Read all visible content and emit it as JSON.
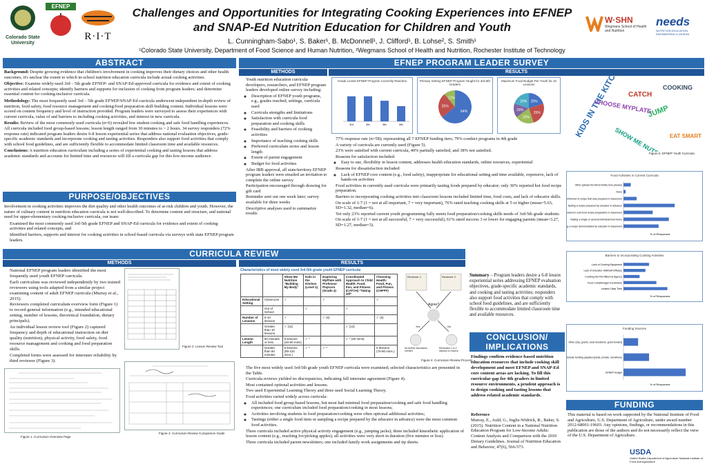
{
  "header": {
    "title_line1": "Challenges and Opportunities for Integrating Cooking Experiences into EFNEP",
    "title_line2": "and SNAP-Ed Nutrition Education for Children and Youth",
    "authors": "L. Cunningham-Sabo¹, S. Baker¹, B. McDonnell¹, J. Clifford¹, B. Lohse², S. Smith¹",
    "affiliations": "¹Colorado State University, Department of Food Science and Human Nutrition, ²Wegmans School of Health and Nutrition, Rochester Institute of Technology",
    "logos": {
      "csu": "Colorado State University",
      "efnep": "EFNEP",
      "rit": "R·I·T",
      "wshn": "W·SHN",
      "wshn_sub": "Wegmans School of Health and Nutrition",
      "needs": "needs",
      "needs_sub": "NUTRITION EDUCATION ENGINEERING & DESIGN"
    }
  },
  "abstract": {
    "heading": "ABSTRACT",
    "background_label": "Background:",
    "background": " Despite growing evidence that children's involvement in cooking improves their dietary choices and other health outcomes, it's unclear the extent to which in-school nutrition education curricula include actual cooking activities.",
    "objective_label": "Objective:",
    "objective": " Examine widely-used 3rd – 5th grade EFNEP- and SNAP-Ed-approved curricula for evidence and extent of cooking activities and related concepts; identify barriers and supports for inclusion of cooking from program leaders; and determine essential content for cooking-inclusive curricula.",
    "methodology_label": "Methodology:",
    "methodology": " The most frequently used 3rd – 5th grade EFNEP/SNAP-Ed curricula underwent independent in-depth review of nutrition, food safety, food resource management and cooking/food preparation skill-building content. Individual lessons were scored on content frequency and level of instruction provided. Program leaders were surveyed to assess their experiences with current curricula, value of and barriers to including cooking activities, and interest in new curricula.",
    "results_label": "Results:",
    "results": " Review of the most commonly used curricula (n=6) revealed few student cooking and safe food handling experiences. All curricula included food group-based lessons; lesson length ranged from 30 minutes to > 2 hours. 34 survey responders (72% response rate) indicated program leaders desire 6-8 lesson experiential series that address national evaluation objectives, grade-specific academic standards and incorporate cooking and tasting activities. Responders also support food activities that comply with school food guidelines, and are sufficiently flexible to accommodate limited classroom time and available resources.",
    "conclusions_label": "Conclusions:",
    "conclusions": " A nutrition education curriculum including a series of experiential cooking and tasting lessons that address academic standards and accounts for limited time and resources will fill a curricula gap for this low-income audience."
  },
  "purpose": {
    "heading": "PURPOSE/OBJECTIVES",
    "intro": "Involvement in cooking activities improves the diet quality and other health outcomes of at-risk children and youth. However, the nature of culinary content in nutrition education curricula is not well-described. To determine content and structure, and national need for upper-elementary cooking-inclusive curricula, our team:",
    "items": [
      "Examined the most commonly used 3rd-5th grade EFNEP and SNAP-Ed curricula for evidence and extent of cooking activities and related concepts, and",
      "Identified barriers, supports and interest for cooking activities in school-based curricula via surveys with state EFNEP program leaders."
    ]
  },
  "survey": {
    "heading": "EFNEP PROGRAM LEADER SURVEY",
    "methods_label": "METHODS",
    "results_label": "RESULTS",
    "methods": [
      "Youth nutrition education curricula developers, researchers, and EFNEP program leaders developed online survey including:",
      "Description of EFNEP youth programs, e.g., grades reached, settings, curricula used",
      "Curricula strengths and limitations",
      "Satisfaction with curricula food preparation and cooking skills",
      "Feasibility and barriers of cooking activities",
      "Importance of teaching cooking skills",
      "Preferred curriculum series and lesson length",
      "Extent of parent engagement",
      "Budget for food activities",
      "After IRB approval, all state/territory EFNEP program leaders were emailed an invitation to complete the online survey",
      "Participation encouraged through drawing for gift card",
      "Reminder sent out one week later; survey available for three weeks",
      "Descriptive analyses used to summarize results"
    ],
    "results": [
      "77% response rate (n=58); representing all 7 EFNEP funding tiers; 79% conduct programs in 4th grade",
      "A variety of curricula are currently used (Figure 5).",
      "23% were satisfied with current curricula, 40% partially satisfied, and 38% not satisfied.",
      "Reasons for satisfaction included:",
      "Easy to use, flexibility in lesson content, addresses health education standards, online resources, experiential",
      "Reasons for dissatisfaction included:",
      "Lack of EFNEP core content (e.g., food safety), inappropriate for educational setting and time available, expensive, lack of hands-on activities",
      "Food activities in currently used curricula were primarily tasting foods prepared by educator; only 30% reported hot food recipe preparation.",
      "Barriers to incorporating cooking activities into classroom lessons included limited time, food costs, and lack of educator skills.",
      "On scale of 1-7 (1 = not at all important, 7 = very important), 76% rated teaching cooking skills at 5 or higher (mean=5.63, SD=1.32, median=6).",
      "Yet only 23% reported current youth programming fully meets food preparation/cooking skills needs of 3rd-5th grade students.",
      "On scale of 1-7 (1 = not at all successful, 7 = very successful), 61% rated success 3 or lower for engaging parents (mean=3.27, SD=1.27, median=3)."
    ],
    "chart1_title": "Grade Levels EFNEP Program Currently Reaches",
    "chart1_values": [
      79,
      79,
      65,
      48
    ],
    "chart1_categories": [
      "3rd",
      "4th",
      "5th",
      "6th"
    ],
    "chart2_title": "Primary Setting EFNEP Program Taught for 3rd-5th Graders",
    "chart2_slices": [
      {
        "label": "64%",
        "value": 64,
        "color": "#4472c4"
      },
      {
        "label": "25%",
        "value": 25,
        "color": "#c0504d"
      },
      {
        "label": "11%",
        "value": 11,
        "color": "#9bbb59"
      }
    ],
    "chart3_title": "Maximum Food Budget Per Youth for 10 Lessons",
    "chart3_slices": [
      {
        "label": "20%",
        "value": 20,
        "color": "#4472c4"
      },
      {
        "label": "25%",
        "value": 25,
        "color": "#c0504d"
      },
      {
        "label": "20%",
        "value": 20,
        "color": "#9bbb59"
      },
      {
        "label": "15%",
        "value": 15,
        "color": "#8064a2"
      },
      {
        "label": "20%",
        "value": 20,
        "color": "#4bacc6"
      }
    ],
    "wordcloud_caption": "Figure 5. EFNEP Youth Curricula",
    "wordcloud_words": [
      "KIDS IN THE KITCHEN",
      "CATCH",
      "JUMP",
      "CHOOSE MYPLATE",
      "EAT SMART",
      "SHOW ME NUTRITION",
      "COOKING"
    ]
  },
  "curricula": {
    "heading": "CURRICULA REVIEW",
    "methods_label": "METHODS",
    "results_label": "RESULTS",
    "methods": [
      "National EFNEP program leaders identified the most frequently used youth EFNEP curricula.",
      "Each curriculum was reviewed independently by two trained reviewers using tools adapted from a similar project examining content of adult EFNEP curricula (Murray et al., 2015).",
      "Reviewers completed curriculum overview form (Figure 1) to record general information (e.g., intended educational setting, number of lessons, theoretical foundation, dietary principals).",
      "An individual lesson review tool (Figure 2) captured frequency and depth of educational instruction on diet quality (nutrition), physical activity, food safety, food resource management and cooking and food preparation skills.",
      "Completed forms were assessed for interrater reliability by third reviewer (Figure 3)."
    ],
    "fig1": "Figure 1. Curriculum Overview Page",
    "fig2": "Figure 2. Lesson Review Tool",
    "fig3": "Figure 3. Curriculum Review Comparison Guide",
    "fig4": "Figure 4. Curriculum Review Process",
    "table_title": "Characteristics of most widely used 3rd-5th grade youth EFNEP curricula",
    "table_cols": [
      "",
      "",
      "Show Me Nutrition \"Building My Body\"",
      "Kids in the Kitchen (Level 1)",
      "Exploring MyPlate with Professor Popcorn (Grade 4)",
      "Coordinated Approach to Child Health: Food, Fun, and Fitness (CATCH) \"Taking Off\"",
      "Choosing Health: Food, Fun, and Fitness (CHFFF)"
    ],
    "table_rows": [
      [
        "Educational Setting",
        "Classroom",
        "✓",
        "",
        "✓",
        "",
        "✓"
      ],
      [
        "",
        "Out of School",
        "",
        "✓",
        "",
        "✓",
        ""
      ],
      [
        "Number of Lessons",
        "6-10 lessons",
        "✓",
        "",
        "✓ (6)",
        "",
        "✓ (6)"
      ],
      [
        "",
        "Greater than 10 lessons",
        "✓ (11)",
        "",
        "",
        "✓ (13)",
        ""
      ],
      [
        "Lesson Length",
        "60 minutes or less",
        "6 lessons (40-60 mins)",
        "✓ *",
        "",
        "✓ * (40 mins)",
        ""
      ],
      [
        "",
        "Greater than 60 minutes",
        "5 lessons (80-110 mins.)",
        "✓ *",
        "✓ *",
        "",
        "6 lessons (70-90 mins.)"
      ]
    ],
    "results": [
      "The five most widely used 3rd-5th grade youth EFNEP curricula were examined; selected characteristics are presented in the Table.",
      "Curricula reviews yielded no discrepancies, indicating full interrater agreement (Figure 4).",
      "Most contained optional activities and lessons.",
      "Two used Experiential Learning Theory and three used Social Learning Theory.",
      "Food activities varied widely across curricula:",
      "All included food group-based lessons, but most had minimal food preparation/cooking and safe food handling experiences; one curriculum included food preparation/cooking in most lessons;",
      "Activities involving students in food preparation/cooking were often optional additional activities;",
      "Tastings (either a single food item or sampling a recipe prepared by the educator in advance) were the most common food activities.",
      "Three curricula included active physical activity engagement (e.g., jumping jacks); three included kinesthetic application of lesson content (e.g., reaching for/picking apples); all activities were very short in duration (five minutes or less).",
      "Three curricula included parent newsletters; one included family work assignments and tip sheets."
    ],
    "flow": {
      "r1": "Reviewer 1",
      "r2": "Reviewer 2",
      "agree": "Agree?",
      "yes": "Yes",
      "no": "No",
      "yes_note": "No further discussion needed",
      "no_note": "Reviewers 1 & 2 discuss to resolve"
    }
  },
  "right_charts": {
    "c1_title": "Food Activities in Current Curricula",
    "c1_rows": [
      "Other (please list items briefly here please)",
      "None",
      "Students informed of recipe that was prepared in classroom",
      "Tasting a recipe prepared by educator in advance",
      "Students involved in cold food recipe preparation in classroom",
      "Tasting a single or several individual food items",
      "Tasting a recipe demonstrated by educator in classroom"
    ],
    "c1_values": [
      10,
      3,
      18,
      70,
      40,
      62,
      48
    ],
    "c2_title": "Barriers to Incorporating Cooking Activities",
    "c2_rows": [
      "Lack of Cooking Equipment",
      "Lack of Educator Skill/Self-Efficacy",
      "Cooking Not Permitted by Agency",
      "Food Costs/Budget Constraints",
      "Limited Class Time"
    ],
    "c2_values": [
      35,
      30,
      22,
      45,
      60
    ],
    "c3_title": "Funding Sources",
    "c3_rows": [
      "Other (city, grants, local donations, grant funded)",
      "Outside funding (applied grants, private, donations)",
      "EFNEP budget"
    ],
    "c3_values": [
      20,
      35,
      85
    ],
    "pct_label": "% of Responses"
  },
  "summary": {
    "label": "Summary",
    "text": " – Program leaders desire a 6-8 lesson experiential series addressing EFNEP evaluation objectives, grade-specific academic standards, and cooking and tasting activities; responders also support food activities that comply with school food guidelines, and are sufficiently flexible to accommodate limited classroom time and available resources."
  },
  "conclusion": {
    "heading": "CONCLUSION/ IMPLICATIONS",
    "text": "Findings confirm evidence-based nutrition education resources that include cooking skill development and meet EFNEP and SNAP-Ed core content areas are lacking. To fill this curricular gap for 4th graders in limited resource environments, a prudent approach is to design cooking and tasting lessons that address related academic standards.",
    "ref_label": "Reference",
    "reference": "Murray, E., Auld, G., Inglis-Widrick, R., Baker, S. (2015). Nutrition Content in a National Nutrition Education Program for Low-Income Adults: Content Analysis and Comparison with the 2010 Dietary Guidelines. Journal of Nutrition Education and Behavior, 47(6), 566-573."
  },
  "funding": {
    "heading": "FUNDING",
    "text": "This material is based on work supported by the National Institute of Food and Agriculture, U.S. Department of Agriculture, under award number 2012-68001-19603. Any opinions, findings, or recommendations in this publication are those of the authors and do not necessarily reflect the view of the U.S. Department of Agriculture.",
    "usda": "USDA",
    "usda_sub": "United States Department of Agriculture National Institute of Food and Agriculture"
  }
}
